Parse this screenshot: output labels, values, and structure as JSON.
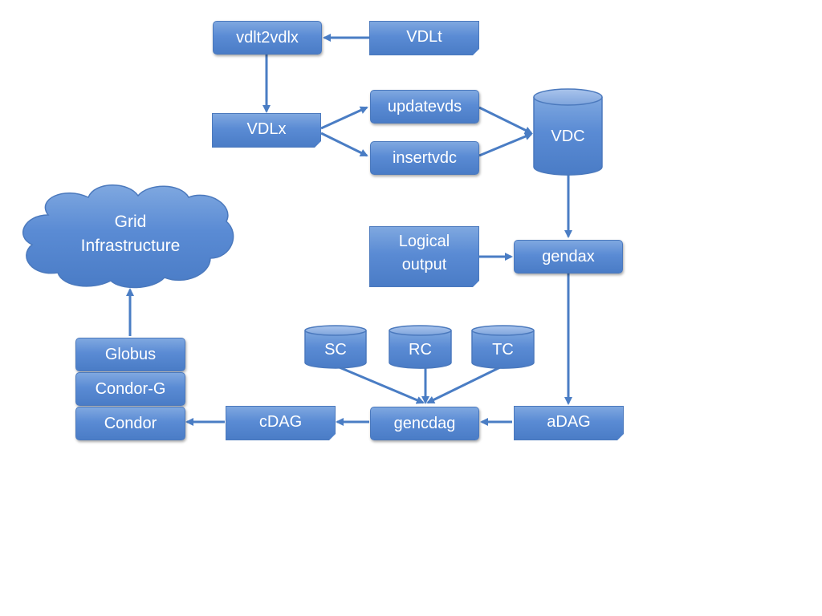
{
  "nodes": {
    "vdlt2vdlx": "vdlt2vdlx",
    "vdlt": "VDLt",
    "vdlx": "VDLx",
    "updatevds": "updatevds",
    "insertvdc": "insertvdc",
    "vdc": "VDC",
    "grid_line1": "Grid",
    "grid_line2": "Infrastructure",
    "logical_line1": "Logical",
    "logical_line2": "output",
    "gendax": "gendax",
    "globus": "Globus",
    "condor_g": "Condor-G",
    "condor": "Condor",
    "sc": "SC",
    "rc": "RC",
    "tc": "TC",
    "cdag": "cDAG",
    "gencdag": "gencdag",
    "adag": "aDAG"
  },
  "colors": {
    "fill": "#5a8bd4",
    "stroke": "#4b79bd",
    "arrow": "#4a7dc4"
  }
}
